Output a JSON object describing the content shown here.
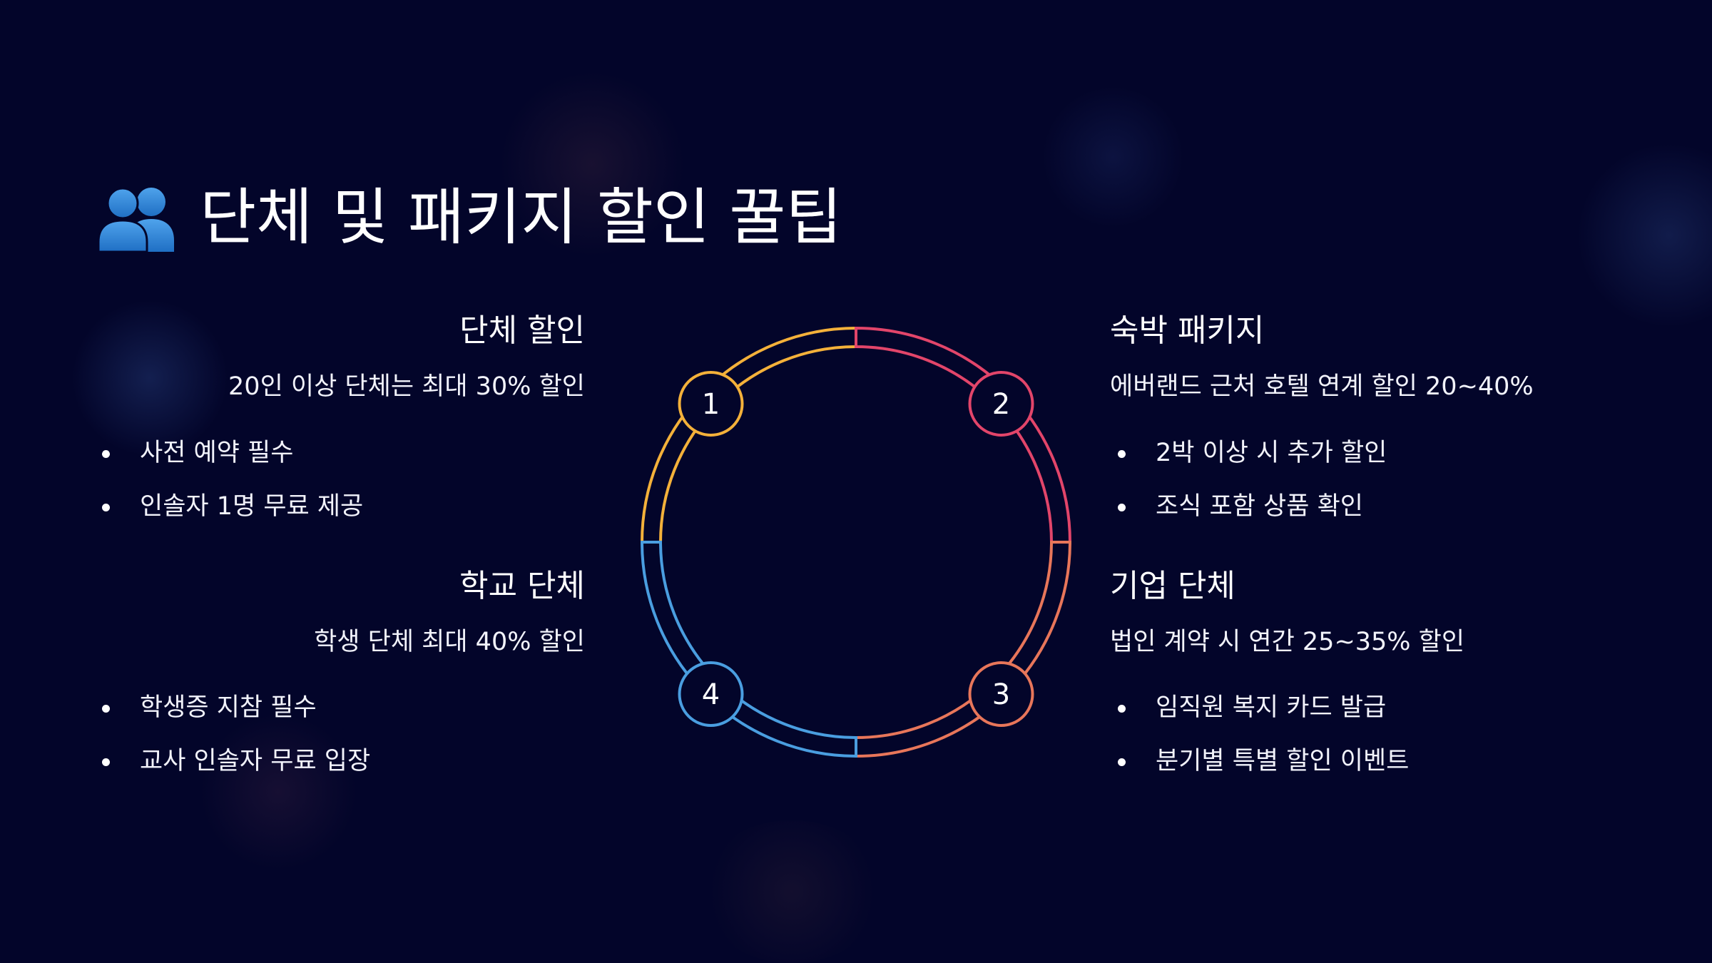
{
  "title": {
    "text": "단체 및 패키지 할인 꿀팁",
    "icon": "people-icon"
  },
  "colors": {
    "background": "#03052a",
    "segment1": "#f4b13a",
    "segment2": "#e2456a",
    "segment3": "#e8765a",
    "segment4": "#4a9ee0"
  },
  "sections": [
    {
      "number": "1",
      "heading": "단체 할인",
      "summary": "20인 이상 단체는 최대 30% 할인",
      "bullets": [
        "사전 예약 필수",
        "인솔자 1명 무료 제공"
      ]
    },
    {
      "number": "2",
      "heading": "숙박 패키지",
      "summary": "에버랜드 근처 호텔 연계 할인 20~40%",
      "bullets": [
        "2박 이상 시 추가 할인",
        "조식 포함 상품 확인"
      ]
    },
    {
      "number": "3",
      "heading": "기업 단체",
      "summary": "법인 계약 시 연간 25~35% 할인",
      "bullets": [
        "임직원 복지 카드 발급",
        "분기별 특별 할인 이벤트"
      ]
    },
    {
      "number": "4",
      "heading": "학교 단체",
      "summary": "학생 단체 최대 40% 할인",
      "bullets": [
        "학생증 지참 필수",
        "교사 인솔자 무료 입장"
      ]
    }
  ]
}
